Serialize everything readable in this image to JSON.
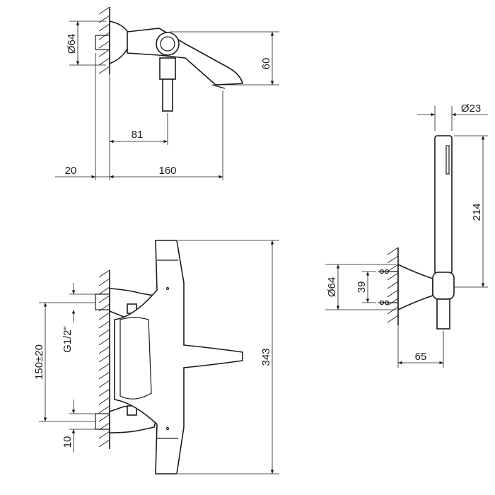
{
  "dimensions": {
    "spout_diameter": "Ø64",
    "spout_height": "60",
    "spout_outlet_offset": "81",
    "wall_offset": "20",
    "spout_length": "160",
    "handshower_diameter": "Ø23",
    "handshower_length": "214",
    "holder_diameter": "Ø64",
    "holder_fixing_spacing": "39",
    "holder_projection": "65",
    "connection_spacing": "150±20",
    "thread_size": "G1/2\"",
    "inlet_offset": "10",
    "mixer_height": "343"
  }
}
